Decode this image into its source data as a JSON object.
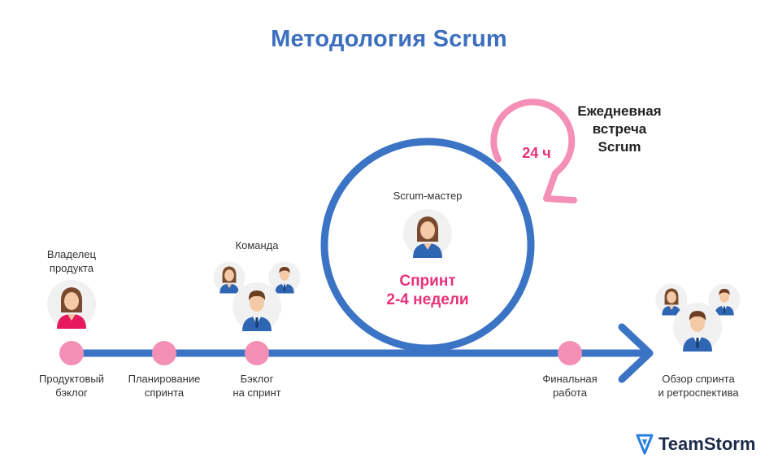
{
  "title": "Методология Scrum",
  "daily_meeting": {
    "line1": "Ежедневная",
    "line2": "встреча",
    "line3": "Scrum",
    "cycle": "24 ч"
  },
  "sprint": {
    "master_label": "Scrum-мастер",
    "line1": "Спринт",
    "line2": "2-4 недели"
  },
  "roles": {
    "owner_line1": "Владелец",
    "owner_line2": "продукта",
    "team": "Команда"
  },
  "steps": [
    {
      "line1": "Продуктовый",
      "line2": "бэклог"
    },
    {
      "line1": "Планирование",
      "line2": "спринта"
    },
    {
      "line1": "Бэклог",
      "line2": "на спринт"
    },
    {
      "line1": "Финальная",
      "line2": "работа"
    },
    {
      "line1": "Обзор спринта",
      "line2": "и ретроспектива"
    }
  ],
  "brand": {
    "name": "TeamStorm"
  },
  "colors": {
    "blue": "#3b73c5",
    "pink_dot": "#f48fb6",
    "magenta_text": "#e8317b",
    "title_blue": "#3d6fbf"
  }
}
